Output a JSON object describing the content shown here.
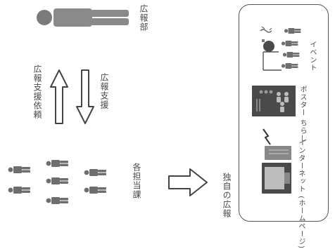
{
  "pr_department": {
    "label": "広報部"
  },
  "request_arrow": {
    "label": "広報支援依頼"
  },
  "support_arrow": {
    "label": "広報支援"
  },
  "sections": {
    "label": "各担当課"
  },
  "own_pr_arrow": {
    "label": "独自の広報"
  },
  "methods": [
    {
      "label": "イベント"
    },
    {
      "label": "ポスター ちらし"
    },
    {
      "label": "インターネット (ホームページ)"
    }
  ]
}
